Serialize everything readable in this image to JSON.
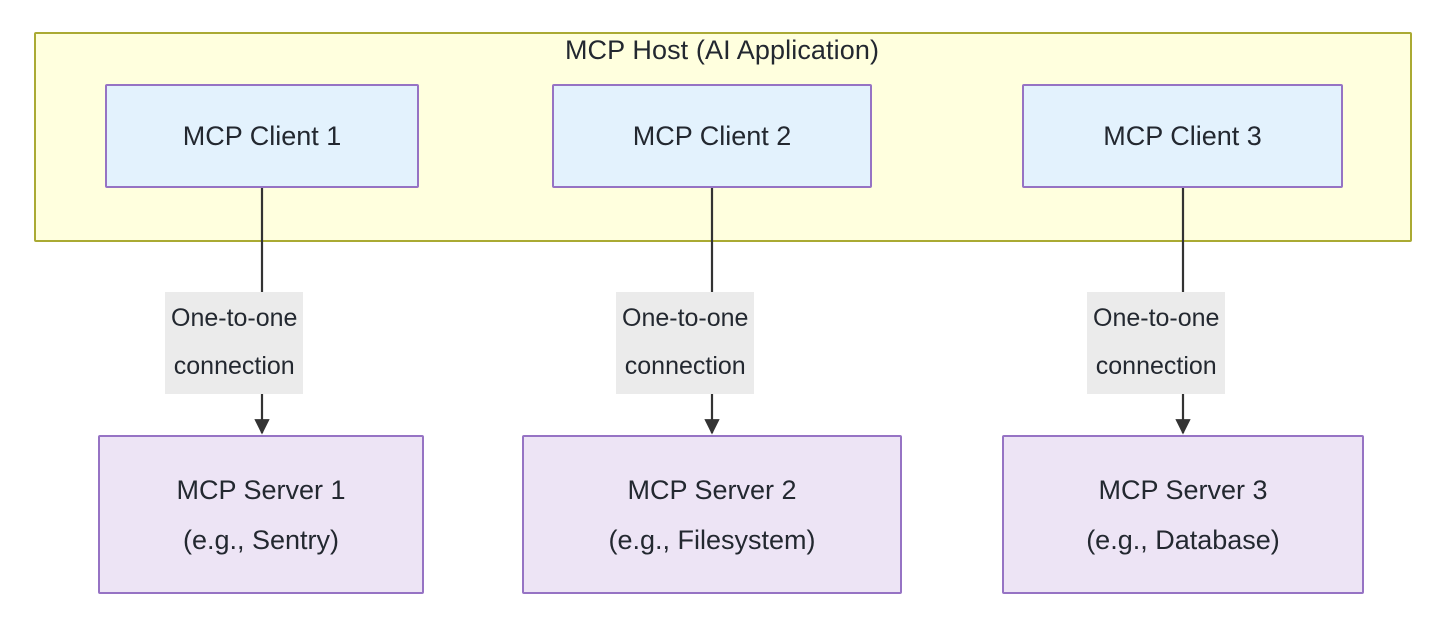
{
  "diagram": {
    "type": "flowchart",
    "title": "MCP Host (AI Application)",
    "host": {
      "label": "MCP Host (AI Application)",
      "fill_color": "#ffffde",
      "border_color": "#aaaa33"
    },
    "clients": [
      {
        "id": "client-1",
        "label": "MCP Client 1"
      },
      {
        "id": "client-2",
        "label": "MCP Client 2"
      },
      {
        "id": "client-3",
        "label": "MCP Client 3"
      }
    ],
    "servers": [
      {
        "id": "server-1",
        "line1": "MCP Server 1",
        "line2": "(e.g., Sentry)"
      },
      {
        "id": "server-2",
        "line1": "MCP Server 2",
        "line2": "(e.g., Filesystem)"
      },
      {
        "id": "server-3",
        "line1": "MCP Server 3",
        "line2": "(e.g., Database)"
      }
    ],
    "edges": [
      {
        "from": "client-1",
        "to": "server-1",
        "line1": "One-to-one",
        "line2": "connection"
      },
      {
        "from": "client-2",
        "to": "server-2",
        "line1": "One-to-one",
        "line2": "connection"
      },
      {
        "from": "client-3",
        "to": "server-3",
        "line1": "One-to-one",
        "line2": "connection"
      }
    ],
    "colors": {
      "client_fill": "#e3f2fd",
      "server_fill": "#ede4f5",
      "node_border": "#9673c4",
      "edge_stroke": "#333333",
      "edge_label_bg": "#ebebeb",
      "text": "#232830",
      "canvas": "#ffffff"
    }
  }
}
